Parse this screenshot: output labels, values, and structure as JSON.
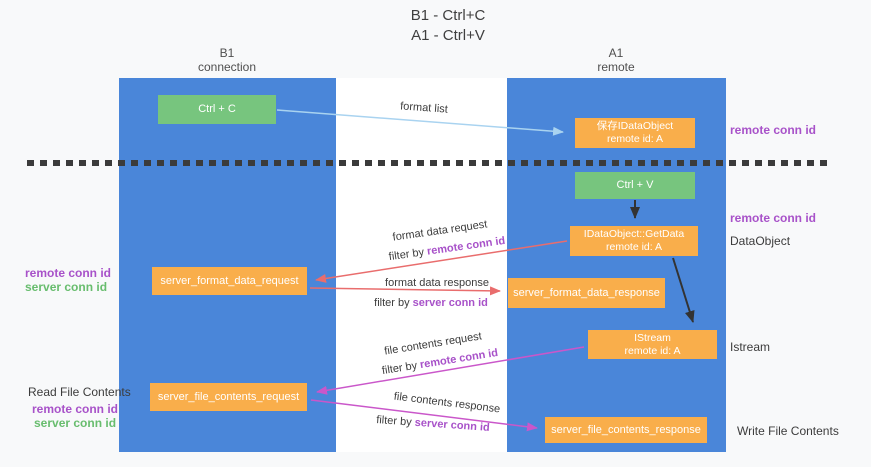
{
  "title": {
    "line1": "B1 - Ctrl+C",
    "line2": "A1 - Ctrl+V"
  },
  "columns": {
    "left": {
      "name": "B1",
      "role": "connection"
    },
    "right": {
      "name": "A1",
      "role": "remote"
    }
  },
  "nodes": {
    "ctrl_c": {
      "label": "Ctrl + C"
    },
    "ctrl_v": {
      "label": "Ctrl + V"
    },
    "save_idataobject": {
      "line1": "保存IDataObject",
      "line2": "remote id: A"
    },
    "getdata": {
      "line1": "IDataObject::GetData",
      "line2": "remote id: A"
    },
    "istream": {
      "line1": "IStream",
      "line2": "remote id: A"
    },
    "server_format_data_request": {
      "label": "server_format_data_request"
    },
    "server_format_data_response": {
      "label": "server_format_data_response"
    },
    "server_file_contents_request": {
      "label": "server_file_contents_request"
    },
    "server_file_contents_response": {
      "label": "server_file_contents_response"
    }
  },
  "terms": {
    "filter_by": "filter by ",
    "remote_conn_id": "remote conn id",
    "server_conn_id": "server conn id"
  },
  "arrow_labels": {
    "format_list": "format list",
    "format_data_request": "format data request",
    "format_data_response": "format data response",
    "file_contents_request": "file contents request",
    "file_contents_response": "file contents response"
  },
  "side_labels": {
    "read_file_contents": "Read File Contents",
    "write_file_contents": "Write File Contents",
    "data_object": "DataObject",
    "istream": "Istream"
  },
  "colors": {
    "column_blue": "#4a86d9",
    "box_orange": "#f9ae4b",
    "box_green": "#77c57e",
    "arrow_red": "#e96d6d",
    "arrow_magenta": "#ca57ca",
    "arrow_light_blue": "#a9d3f0",
    "arrow_black": "#333333",
    "text_purple": "#a852c9",
    "text_green": "#68bd6e",
    "dashed_divider": "#3b3b3b"
  }
}
